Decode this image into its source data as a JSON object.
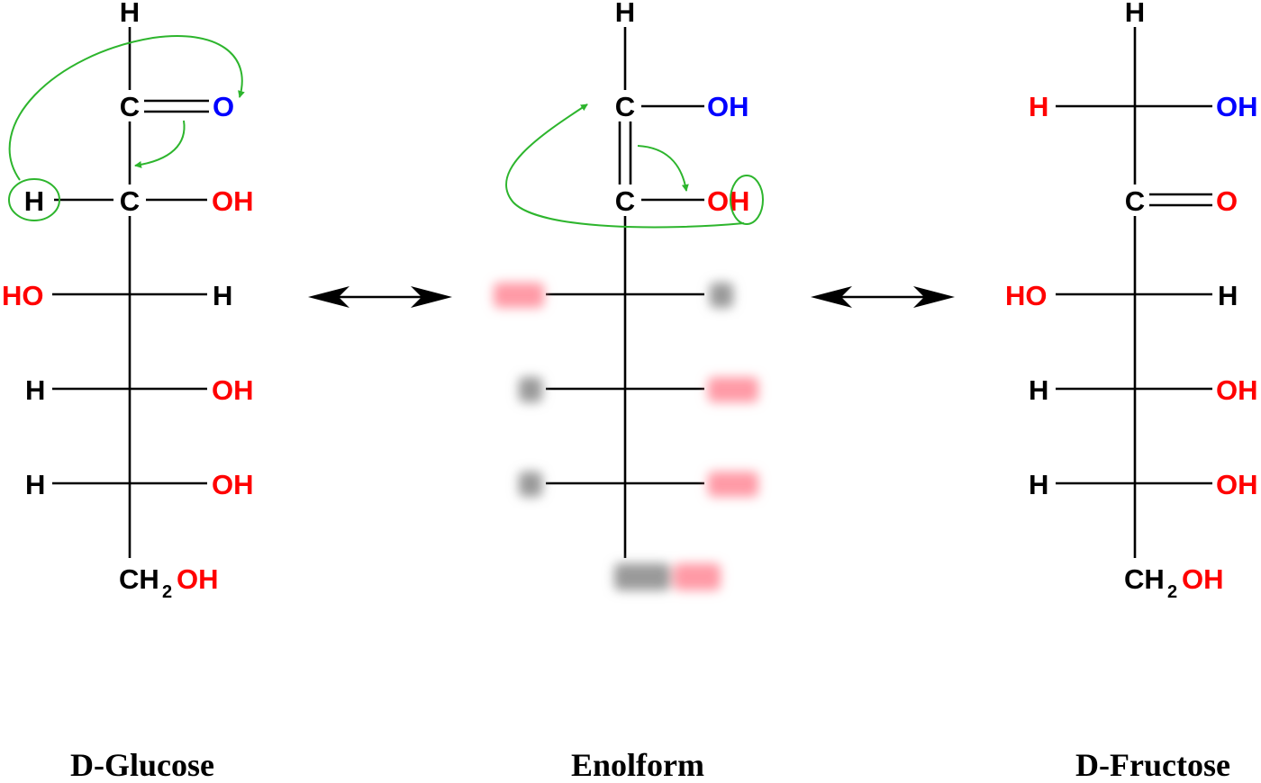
{
  "colors": {
    "black": "#000000",
    "red": "#ff0000",
    "blue": "#0000ff",
    "arrow_green": "#2db52d",
    "redacted_gray": "#9a9a9a",
    "redacted_pink": "#ff9aa6"
  },
  "captions": {
    "glucose": "D-Glucose",
    "enol": "Enolform",
    "fructose": "D-Fructose"
  },
  "glucose": {
    "top_h": "H",
    "c1": "C",
    "c1_o": "O",
    "c2": "C",
    "c2_left": "H",
    "c2_right": "OH",
    "c3_left": "HO",
    "c3_right": "H",
    "c4_left": "H",
    "c4_right": "OH",
    "c5_left": "H",
    "c5_right": "OH",
    "c6_ch": "CH",
    "c6_sub": "2",
    "c6_oh": "OH"
  },
  "enol": {
    "top_h": "H",
    "c1": "C",
    "c1_right": "OH",
    "c2": "C",
    "c2_o": "O",
    "c2_h": "H"
  },
  "fructose": {
    "top_h": "H",
    "c1_left": "H",
    "c1_right": "OH",
    "c2": "C",
    "c2_o": "O",
    "c3_left": "HO",
    "c3_right": "H",
    "c4_left": "H",
    "c4_right": "OH",
    "c5_left": "H",
    "c5_right": "OH",
    "c6_ch": "CH",
    "c6_sub": "2",
    "c6_oh": "OH"
  },
  "equilibrium_arrows": [
    "double-headed-arrow",
    "double-headed-arrow"
  ]
}
